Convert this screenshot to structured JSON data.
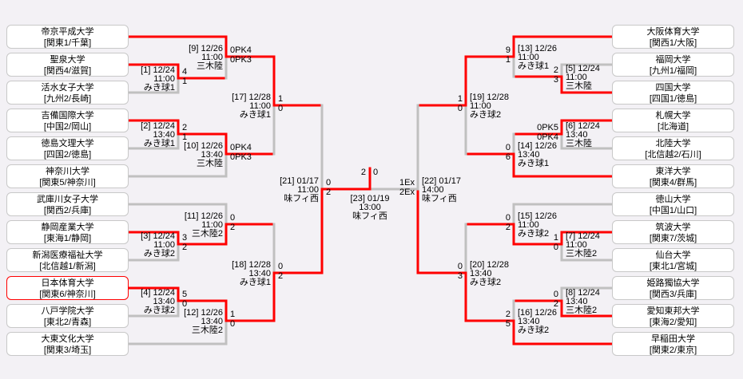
{
  "colors": {
    "winner_line": "#ff0000",
    "line": "#c0c0c0",
    "highlight_border": "#ff0000"
  },
  "teams_left": [
    {
      "name": "帝京平成大学",
      "region": "[関東1/千葉]"
    },
    {
      "name": "聖泉大学",
      "region": "[関西4/滋賀]"
    },
    {
      "name": "活水女子大学",
      "region": "[九州2/長崎]"
    },
    {
      "name": "吉備国際大学",
      "region": "[中国2/岡山]"
    },
    {
      "name": "徳島文理大学",
      "region": "[四国2/徳島]"
    },
    {
      "name": "神奈川大学",
      "region": "[関東5/神奈川]"
    },
    {
      "name": "武庫川女子大学",
      "region": "[関西2/兵庫]"
    },
    {
      "name": "静岡産業大学",
      "region": "[東海1/静岡]"
    },
    {
      "name": "新潟医療福祉大学",
      "region": "[北信越1/新潟]"
    },
    {
      "name": "日本体育大学",
      "region": "[関東6/神奈川]",
      "highlighted": true
    },
    {
      "name": "八戸学院大学",
      "region": "[東北2/青森]"
    },
    {
      "name": "大東文化大学",
      "region": "[関東3/埼玉]"
    }
  ],
  "teams_right": [
    {
      "name": "大阪体育大学",
      "region": "[関西1/大阪]"
    },
    {
      "name": "福岡大学",
      "region": "[九州1/福岡]"
    },
    {
      "name": "四国大学",
      "region": "[四国1/徳島]"
    },
    {
      "name": "札幌大学",
      "region": "[北海道]"
    },
    {
      "name": "北陸大学",
      "region": "[北信越2/石川]"
    },
    {
      "name": "東洋大学",
      "region": "[関東4/群馬]"
    },
    {
      "name": "徳山大学",
      "region": "[中国1/山口]"
    },
    {
      "name": "筑波大学",
      "region": "[関東7/茨城]"
    },
    {
      "name": "仙台大学",
      "region": "[東北1/宮城]"
    },
    {
      "name": "姫路獨協大学",
      "region": "[関西3/兵庫]"
    },
    {
      "name": "愛知東邦大学",
      "region": "[東海2/愛知]"
    },
    {
      "name": "早稲田大学",
      "region": "[関東2/東京]"
    }
  ],
  "matches": {
    "m1": {
      "label": "[1] 12/24",
      "time": "11:00",
      "venue": "みき球1",
      "score_top": "4",
      "score_bottom": "1"
    },
    "m2": {
      "label": "[2] 12/24",
      "time": "13:40",
      "venue": "みき球1",
      "score_top": "2",
      "score_bottom": "1"
    },
    "m3": {
      "label": "[3] 12/24",
      "time": "11:00",
      "venue": "みき球2",
      "score_top": "3",
      "score_bottom": "2"
    },
    "m4": {
      "label": "[4] 12/24",
      "time": "13:40",
      "venue": "みき球2",
      "score_top": "5",
      "score_bottom": "0"
    },
    "m5": {
      "label": "[5] 12/24",
      "time": "11:00",
      "venue": "三木陸",
      "score_top": "2",
      "score_bottom": "3"
    },
    "m6": {
      "label": "[6] 12/24",
      "time": "13:40",
      "venue": "三木陸",
      "score_top": "0PK5",
      "score_bottom": "0PK4"
    },
    "m7": {
      "label": "[7] 12/24",
      "time": "11:00",
      "venue": "三木陸2",
      "score_top": "1",
      "score_bottom": "0"
    },
    "m8": {
      "label": "[8] 12/24",
      "time": "13:40",
      "venue": "三木陸2",
      "score_top": "0",
      "score_bottom": "2"
    },
    "m9": {
      "label": "[9] 12/26",
      "time": "11:00",
      "venue": "三木陸",
      "score_top": "0PK4",
      "score_bottom": "0PK3"
    },
    "m10": {
      "label": "[10] 12/26",
      "time": "13:40",
      "venue": "三木陸",
      "score_top": "0PK4",
      "score_bottom": "0PK3"
    },
    "m11": {
      "label": "[11] 12/26",
      "time": "11:00",
      "venue": "三木陸2",
      "score_top": "0",
      "score_bottom": "2"
    },
    "m12": {
      "label": "[12] 12/26",
      "time": "13:40",
      "venue": "三木陸2",
      "score_top": "1",
      "score_bottom": "0"
    },
    "m13": {
      "label": "[13] 12/26",
      "time": "11:00",
      "venue": "みき球1",
      "score_top": "9",
      "score_bottom": "1"
    },
    "m14": {
      "label": "[14] 12/26",
      "time": "13:40",
      "venue": "みき球1",
      "score_top": "0",
      "score_bottom": "6"
    },
    "m15": {
      "label": "[15] 12/26",
      "time": "11:00",
      "venue": "みき球2",
      "score_top": "0",
      "score_bottom": "2"
    },
    "m16": {
      "label": "[16] 12/26",
      "time": "13:40",
      "venue": "みき球2",
      "score_top": "2",
      "score_bottom": "5"
    },
    "m17": {
      "label": "[17] 12/28",
      "time": "11:00",
      "venue": "みき球1",
      "score_top": "1",
      "score_bottom": "0"
    },
    "m18": {
      "label": "[18] 12/28",
      "time": "13:40",
      "venue": "みき球1",
      "score_top": "0",
      "score_bottom": "2"
    },
    "m19": {
      "label": "[19] 12/28",
      "time": "11:00",
      "venue": "みき球2",
      "score_top": "1",
      "score_bottom": "0"
    },
    "m20": {
      "label": "[20] 12/28",
      "time": "13:40",
      "venue": "みき球2",
      "score_top": "0",
      "score_bottom": "3"
    },
    "m21": {
      "label": "[21] 01/17",
      "time": "11:00",
      "venue": "味フィ西",
      "score_top": "0",
      "score_bottom": "2"
    },
    "m22": {
      "label": "[22] 01/17",
      "time": "14:00",
      "venue": "味フィ西",
      "score_top": "1Ex",
      "score_bottom": "2Ex"
    },
    "m23": {
      "label": "[23] 01/19",
      "time": "13:00",
      "venue": "味フィ西",
      "score_left": "2",
      "score_right": "0"
    }
  }
}
